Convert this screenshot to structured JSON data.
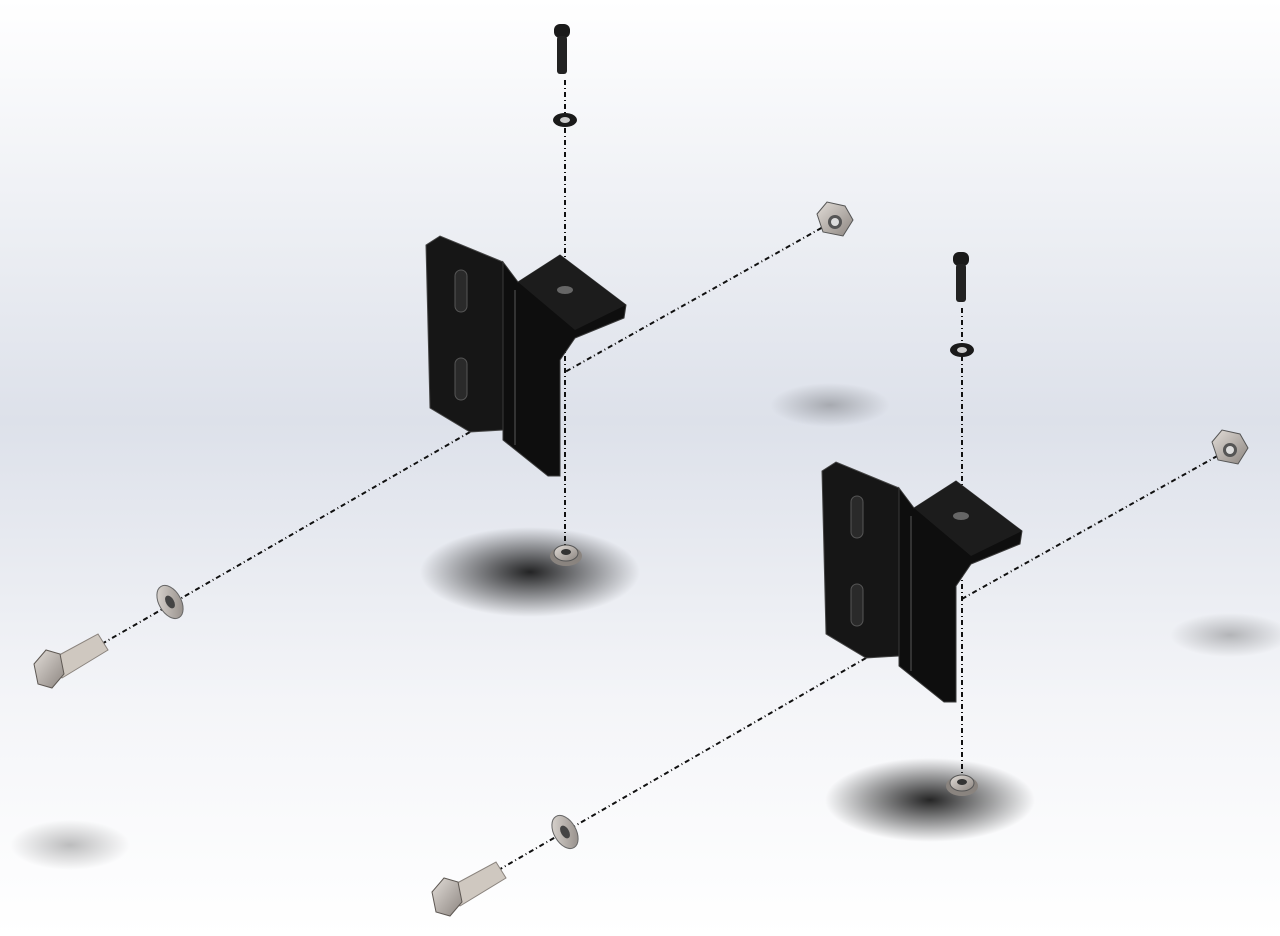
{
  "view": {
    "type": "exploded-assembly",
    "colors": {
      "background_top": "#ffffff",
      "background_mid": "#dfe3ec",
      "bracket": "#141414",
      "bracket_edge": "#3a3a3a",
      "fastener": "#b8b2ac",
      "fastener_dark": "#6e6864",
      "explode_line": "#111111",
      "shadow": "#000000"
    }
  },
  "assemblies": [
    {
      "name": "bracket-assembly-1",
      "parts": [
        "bracket",
        "flat-head-screw",
        "lock-washer",
        "flange-nut-top",
        "flange-nut-side",
        "hex-bolt",
        "washer"
      ]
    },
    {
      "name": "bracket-assembly-2",
      "parts": [
        "bracket",
        "flat-head-screw",
        "lock-washer",
        "flange-nut-top",
        "flange-nut-side",
        "hex-bolt",
        "washer"
      ]
    }
  ]
}
